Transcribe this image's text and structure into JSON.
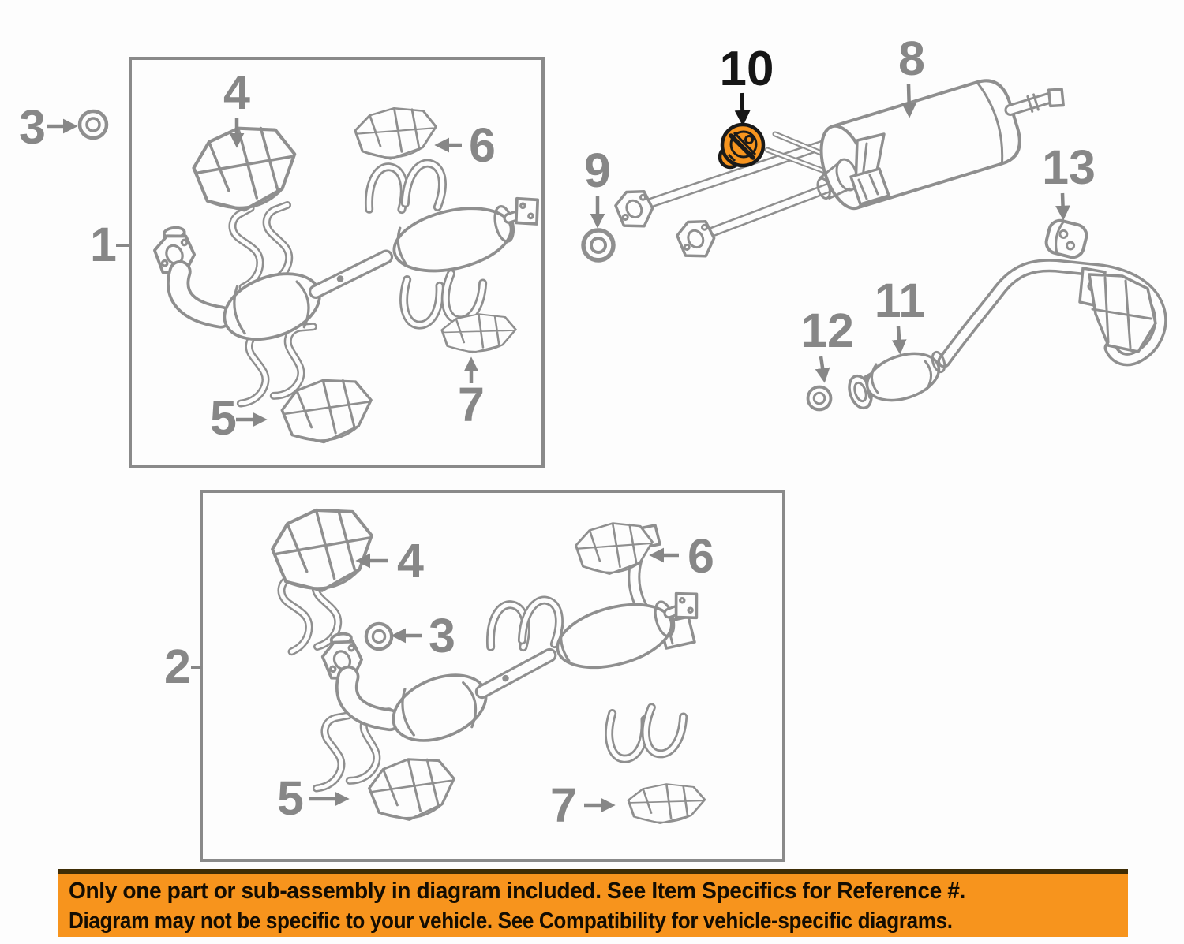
{
  "diagram": {
    "callouts": {
      "p1": "1",
      "p2": "2",
      "p3": "3",
      "p4": "4",
      "p5": "5",
      "p6": "6",
      "p7": "7",
      "p8": "8",
      "p9": "9",
      "p10": "10",
      "p11": "11",
      "p12": "12",
      "p13": "13"
    },
    "highlighted": {
      "number": "10",
      "color": "#F7941E"
    },
    "colors": {
      "line_art": "#8f8f8f",
      "label_gray": "#878787",
      "label_black": "#161616",
      "box_border": "#8a8a8a"
    }
  },
  "banner": {
    "line1": "Only one part or sub-assembly in diagram included. See Item Specifics for Reference #.",
    "line2": "Diagram may not be specific to your vehicle. See Compatibility for vehicle-specific diagrams.",
    "background": "#F7941D",
    "text_color": "#140d02"
  }
}
